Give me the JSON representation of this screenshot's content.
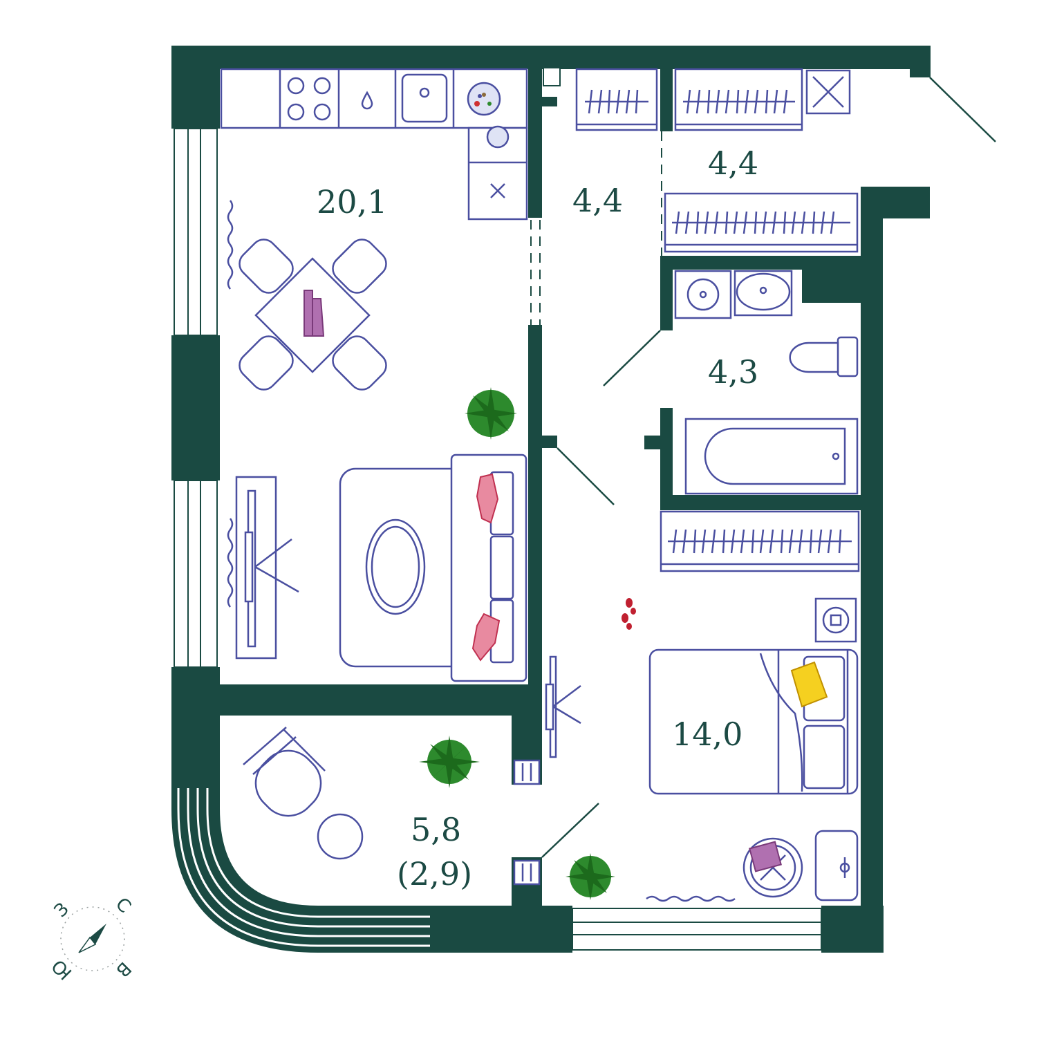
{
  "rooms": {
    "kitchen_living": "20,1",
    "hallway": "4,4",
    "wardrobe": "4,4",
    "bathroom": "4,3",
    "bedroom": "14,0",
    "balcony_area": "5,8",
    "balcony_reduced": "(2,9)"
  },
  "compass": {
    "north": "С",
    "south": "Ю",
    "west": "З",
    "east": "В"
  },
  "colors": {
    "wall": "#1a4a42",
    "furniture": "#4a4fa0",
    "plant": "#2d8a2d",
    "accent_pink": "#e88aa0",
    "accent_purple": "#b070b0",
    "accent_yellow": "#f5d020"
  }
}
